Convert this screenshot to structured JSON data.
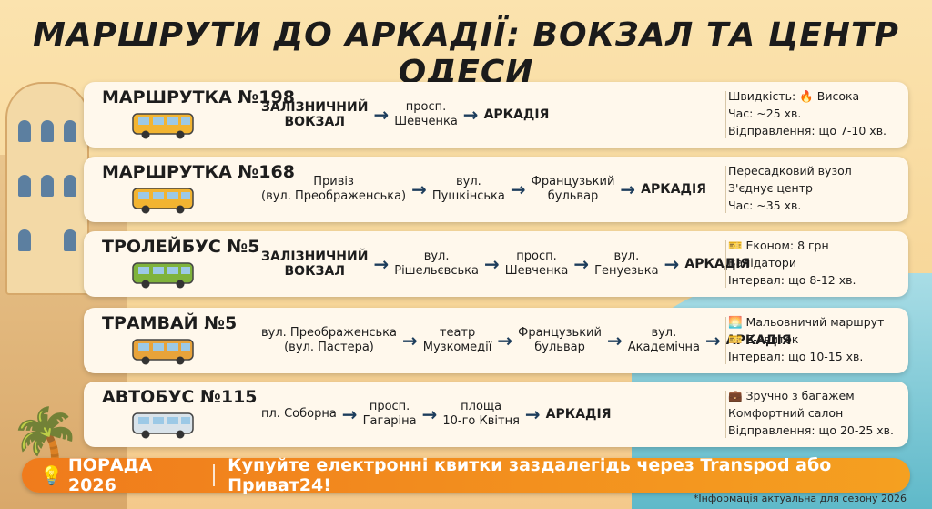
{
  "title": "МАРШРУТИ ДО АРКАДІЇ: ВОКЗАЛ ТА ЦЕНТР ОДЕСИ",
  "routes": [
    {
      "name": "МАРШРУТКА №198",
      "vehicle_icon": "minibus-icon",
      "stops": [
        {
          "text": "ЗАЛІЗНИЧНИЙ\nВОКЗАЛ",
          "bold": true
        },
        {
          "text": "просп.\nШевченка",
          "bold": false
        },
        {
          "text": "АРКАДІЯ",
          "bold": true
        }
      ],
      "info": [
        "Швидкість: 🔥 Висока",
        "Час: ~25 хв.",
        "Відправлення: що 7-10 хв."
      ]
    },
    {
      "name": "МАРШРУТКА №168",
      "vehicle_icon": "minibus-icon",
      "stops": [
        {
          "text": "Привіз\n(вул. Преображенська)",
          "bold": false
        },
        {
          "text": "вул.\nПушкінська",
          "bold": false
        },
        {
          "text": "Французький\nбульвар",
          "bold": false
        },
        {
          "text": "АРКАДІЯ",
          "bold": true
        }
      ],
      "info": [
        "Пересадковий вузол",
        "З'єднує центр",
        "Час: ~35 хв."
      ]
    },
    {
      "name": "ТРОЛЕЙБУС №5",
      "vehicle_icon": "trolleybus-icon",
      "stops": [
        {
          "text": "ЗАЛІЗНИЧНИЙ\nВОКЗАЛ",
          "bold": true
        },
        {
          "text": "вул.\nРішельєвська",
          "bold": false
        },
        {
          "text": "просп.\nШевченка",
          "bold": false
        },
        {
          "text": "вул.\nГенуезька",
          "bold": false
        },
        {
          "text": "АРКАДІЯ",
          "bold": true
        }
      ],
      "info": [
        "🎫 Економ: 8 грн",
        "Валідатори",
        "Інтервал: що 8-12 хв."
      ]
    },
    {
      "name": "ТРАМВАЙ №5",
      "vehicle_icon": "tram-icon",
      "stops": [
        {
          "text": "вул. Преображенська\n(вул. Пастера)",
          "bold": false
        },
        {
          "text": "театр\nМузкомедії",
          "bold": false
        },
        {
          "text": "Французький\nбульвар",
          "bold": false
        },
        {
          "text": "вул.\nАкадемічна",
          "bold": false
        },
        {
          "text": "АРКАДІЯ",
          "bold": true
        }
      ],
      "info": [
        "🌅 Мальовничий маршрут",
        "🎫 Е-квиток",
        "Інтервал: що 10-15 хв."
      ]
    },
    {
      "name": "АВТОБУС №115",
      "vehicle_icon": "bus-icon",
      "stops": [
        {
          "text": "пл. Соборна",
          "bold": false
        },
        {
          "text": "просп.\nГагаріна",
          "bold": false
        },
        {
          "text": "площа\n10-го Квітня",
          "bold": false
        },
        {
          "text": "АРКАДІЯ",
          "bold": true
        }
      ],
      "info": [
        "💼 Зручно з багажем",
        "Комфортний салон",
        "Відправлення: що 20-25 хв."
      ]
    }
  ],
  "tip": {
    "label": "ПОРАДА 2026",
    "text": "Купуйте електронні квитки заздалегідь через Transpod або Приват24!"
  },
  "footnote": "*Інформація актуальна для сезону 2026",
  "colors": {
    "accent": "#f07b1c",
    "arrow": "#1d3d5c",
    "card": "#fff8ec"
  }
}
